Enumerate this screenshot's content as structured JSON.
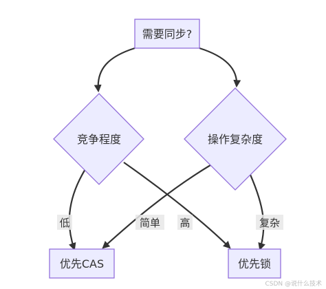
{
  "nodes": {
    "need_sync": "需要同步?",
    "contention": "竞争程度",
    "complexity": "操作复杂度",
    "cas": "优先CAS",
    "lock": "优先锁"
  },
  "edges": {
    "low": "低",
    "simple": "简单",
    "high": "高",
    "complex": "复杂"
  },
  "watermark": "CSDN @说什么技术"
}
